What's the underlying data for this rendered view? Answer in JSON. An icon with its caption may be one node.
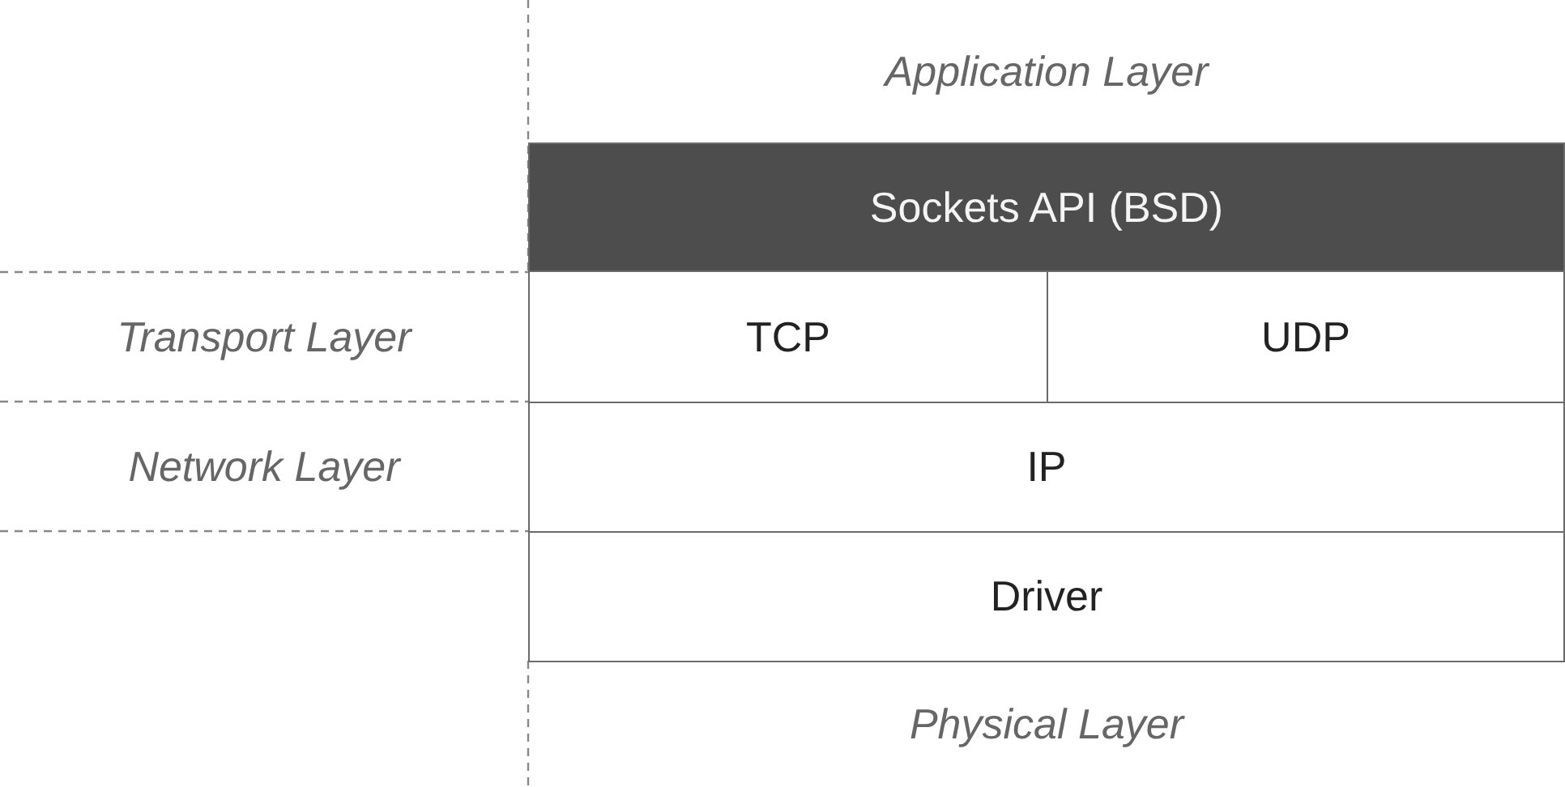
{
  "diagram": {
    "nodes": [
      {
        "text": [
          "Sockets API (BSD)"
        ]
      },
      {
        "text": [
          "TCP"
        ]
      },
      {
        "text": [
          "UDP"
        ]
      },
      {
        "text": [
          "IP"
        ]
      },
      {
        "text": [
          "Driver"
        ]
      }
    ],
    "labels": [
      "Application Layer",
      "Transport Layer",
      "Network Layer",
      "Physical Layer"
    ]
  }
}
